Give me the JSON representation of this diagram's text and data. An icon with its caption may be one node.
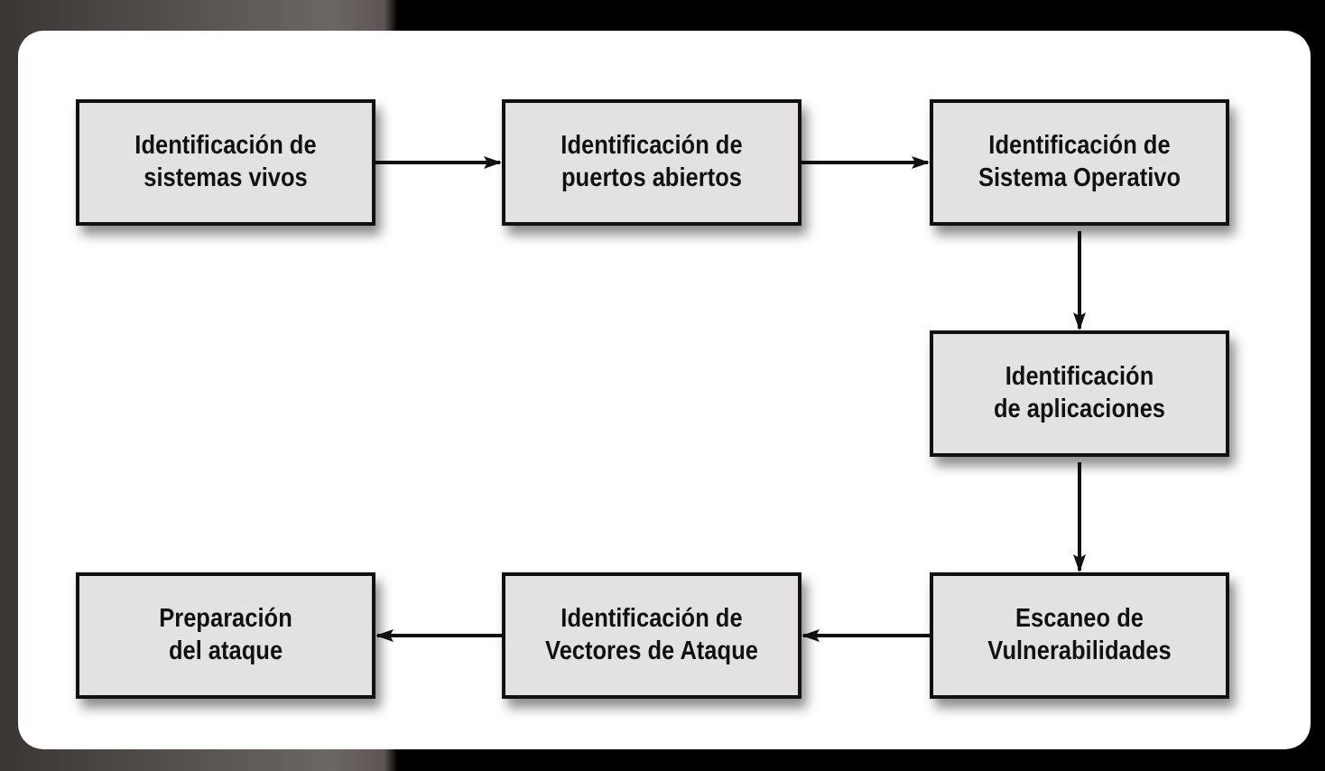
{
  "diagram": {
    "nodes": [
      {
        "text": [
          "Identificación de sistemas vivos"
        ]
      },
      {
        "text": [
          "Identificación de puertos abiertos"
        ]
      },
      {
        "text": [
          "Identificación de Sistema Operativo"
        ]
      },
      {
        "text": [
          "Identificación de aplicaciones"
        ]
      },
      {
        "text": [
          "Escaneo de Vulnerabilidades"
        ]
      },
      {
        "text": [
          "Identificación de Vectores de Ataque"
        ]
      },
      {
        "text": [
          "Preparación del ataque"
        ]
      }
    ],
    "edges": [
      {
        "from": 0,
        "to": 1,
        "arrow": "to"
      },
      {
        "from": 1,
        "to": 2,
        "arrow": "to"
      },
      {
        "from": 2,
        "to": 3,
        "arrow": "to"
      },
      {
        "from": 3,
        "to": 4,
        "arrow": "to"
      },
      {
        "from": 4,
        "to": 5,
        "arrow": "to"
      },
      {
        "from": 5,
        "to": 6,
        "arrow": "to"
      }
    ]
  }
}
